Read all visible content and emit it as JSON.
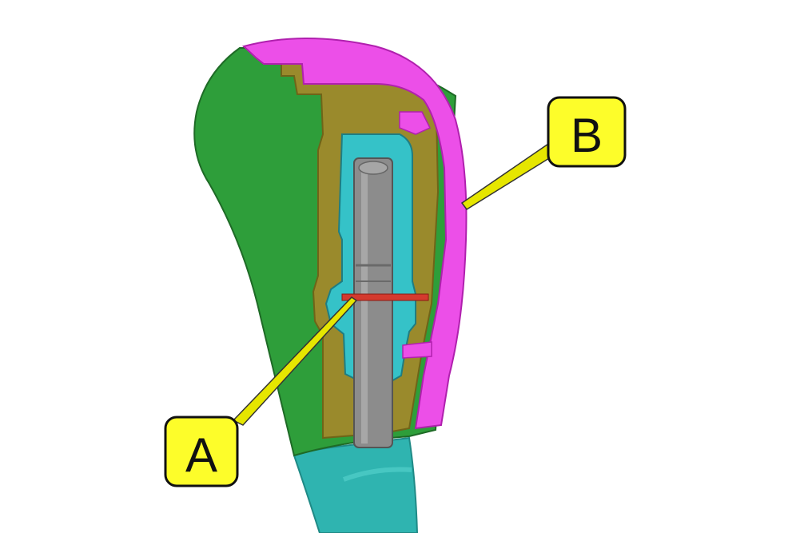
{
  "diagram": {
    "callouts": [
      {
        "id": "A",
        "label": "A"
      },
      {
        "id": "B",
        "label": "B"
      }
    ]
  },
  "colors": {
    "knob_body": "#2e9e3a",
    "liner": "#9a8a2c",
    "insert": "#35c2c8",
    "shaft": "#8c8c8c",
    "cap": "#ec4fe8",
    "collar": "#2fb4b0",
    "clip": "#d43a2e",
    "callout_fill": "#fdfd2a",
    "leader": "#e6e600"
  }
}
